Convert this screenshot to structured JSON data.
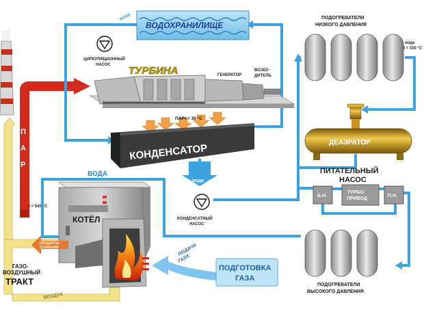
{
  "reservoir_label": "ВОДОХРАНИЛИЩЕ",
  "water_top_label": "вода",
  "circ_pump_label_1": "ЦИРКУЛЯЦИОННЫЙ",
  "circ_pump_label_2": "НАСОС",
  "turbine_label": "ТУРБИНА",
  "generator_label": "ГЕНЕРАТОР",
  "exciter_label_1": "ВОЗБУ-",
  "exciter_label_2": "ДИТЕЛЬ",
  "steam_vertical": [
    "П",
    "А",
    "Р"
  ],
  "steam_temp_label": "t = 545 °C",
  "condenser_label": "КОНДЕНСАТОР",
  "condenser_steam_label": "ПАР",
  "condenser_temp_label": "t = 30 °C",
  "water_label": "ВОДА",
  "condensate_water_label": "вода",
  "cond_pump_label_1": "КОНДЕНСАТНЫЙ",
  "cond_pump_label_2": "НАСОС",
  "boiler_label": "КОТЁЛ",
  "combustion_products_1": "ПРОДУКТЫ",
  "combustion_products_2": "СГОРАНИЯ",
  "gas_supply_1": "ПОДАЧА",
  "gas_supply_2": "ГАЗА",
  "gas_prep_1": "ПОДГОТОВКА",
  "gas_prep_2": "ГАЗА",
  "gas_air_1": "ГАЗО-",
  "gas_air_2": "ВОЗДУШНЫЙ",
  "gas_air_3": "ТРАКТ",
  "air_label": "ВОЗДУХ",
  "lp_heaters_1": "ПОДОГРЕВАТЕЛИ",
  "lp_heaters_2": "НИЗКОГО ДАВЛЕНИЯ",
  "lp_water_1": "вода",
  "lp_water_2": "t = 150 °C",
  "deaerator_label": "ДЕАЭРАТОР",
  "feed_pump_1": "ПИТАТЕЛЬНЫЙ",
  "feed_pump_2": "НАСОС",
  "bn_label": "Б.Н.",
  "turbo_1": "ТУРБО-",
  "turbo_2": "ПРИВОД",
  "pn_label": "П.Н.",
  "hp_heaters_1": "ПОДОГРЕВАТЕЛИ",
  "hp_heaters_2": "ВЫСОКОГО ДАВЛЕНИЯ",
  "colors": {
    "water_blue": "#3aa3e0",
    "steam_red": "#d42a1e",
    "air_yellow": "#f3e28a",
    "flue_orange": "#e8782a",
    "steel_gray": "#7c7c7c",
    "brass": "#c9961f"
  }
}
